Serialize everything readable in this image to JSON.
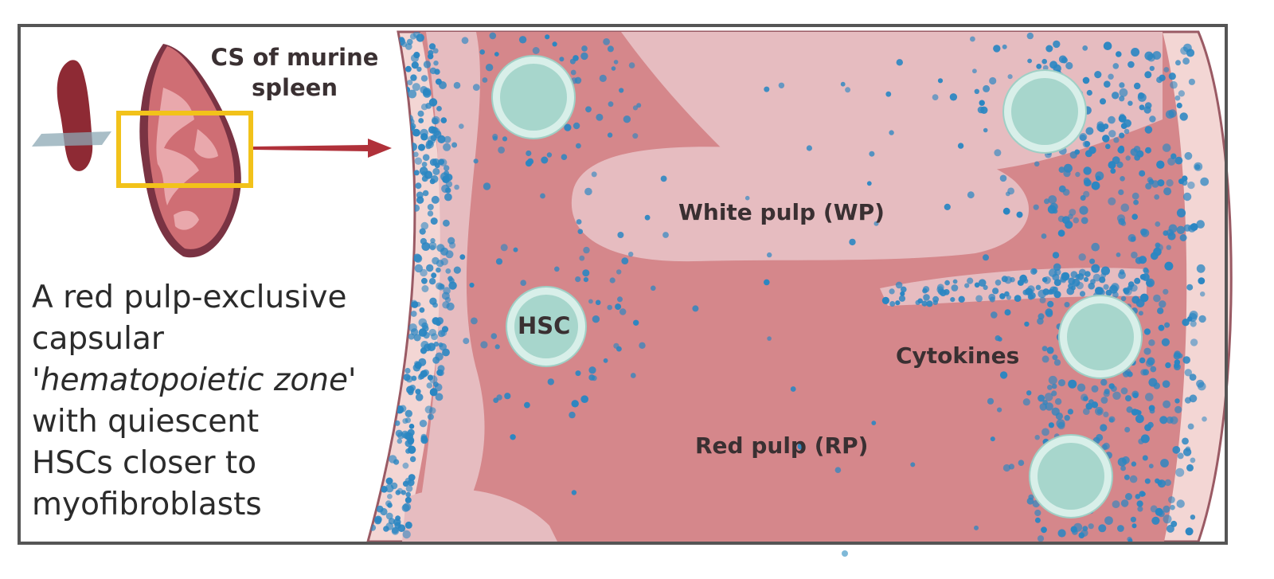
{
  "figure": {
    "title_lines": [
      "CS of murine",
      "spleen"
    ],
    "description_lines": [
      "A red pulp-exclusive",
      "capsular",
      "'hematopoietic zone'",
      "with quiescent",
      "HSCs closer to",
      "myofibroblasts"
    ],
    "labels": {
      "white_pulp": "White pulp (WP)",
      "red_pulp": "Red pulp (RP)",
      "hsc": "HSC",
      "cytokines": "Cytokines"
    },
    "colors": {
      "frame": "#555555",
      "capsule": "#f3d6d4",
      "red_pulp": "#d5878b",
      "white_pulp": "#e6bcc0",
      "cell_outer": "#d8efe9",
      "cell_inner": "#a7d6cc",
      "cytokine": "#2a86c2",
      "highlight_box": "#f2c21a",
      "arrow": "#b0313a",
      "spleen_dark": "#8e2a34"
    }
  }
}
